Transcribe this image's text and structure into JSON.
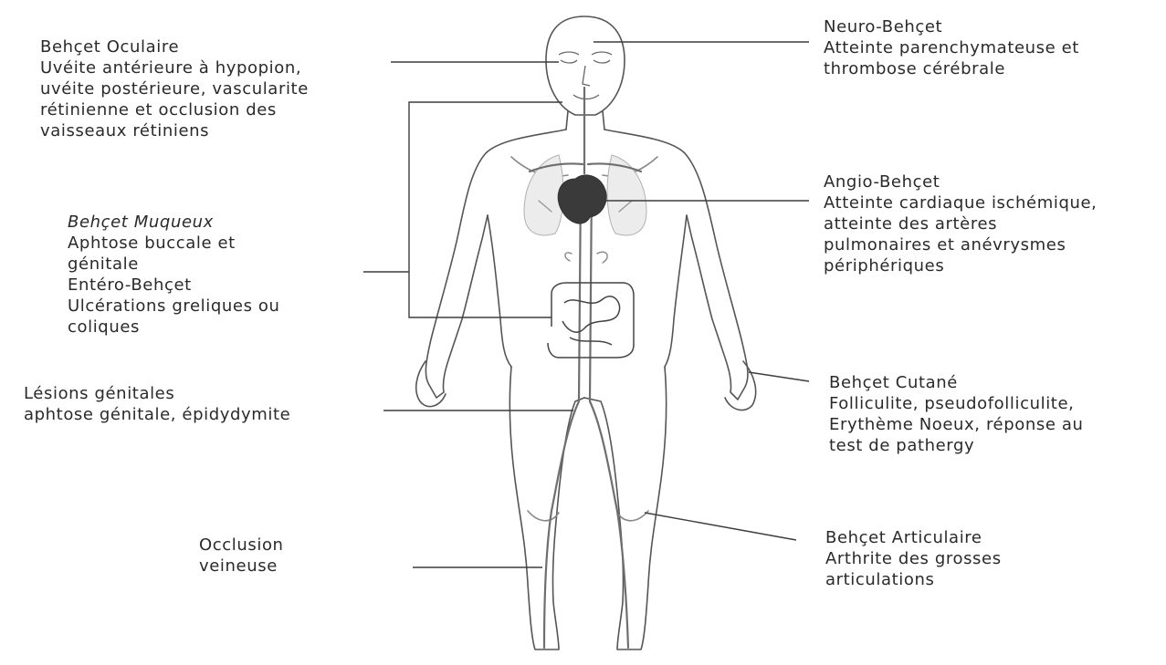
{
  "labels": {
    "oculaire": {
      "title": "Behçet Oculaire",
      "lines": [
        "Uvéite antérieure à hypopion,",
        "uvéite postérieure, vascularite",
        "rétinienne et occlusion des",
        "vaisseaux rétiniens"
      ]
    },
    "muqueux": {
      "title": "Behçet Muqueux",
      "lines": [
        "Aphtose buccale et",
        "génitale",
        "Entéro-Behçet",
        "Ulcérations greliques ou",
        "coliques"
      ]
    },
    "genitales": {
      "title": "Lésions génitales",
      "lines": [
        "aphtose génitale, épidydymite"
      ]
    },
    "veineuse": {
      "title": "Occlusion",
      "lines": [
        "veineuse"
      ]
    },
    "neuro": {
      "title": "Neuro-Behçet",
      "lines": [
        "Atteinte parenchymateuse et",
        "thrombose cérébrale"
      ]
    },
    "angio": {
      "title": "Angio-Behçet",
      "lines": [
        "Atteinte cardiaque ischémique,",
        "atteinte des artères",
        "pulmonaires et anévrysmes",
        "périphériques"
      ]
    },
    "cutane": {
      "title": "Behçet Cutané",
      "lines": [
        "Folliculite, pseudofolliculite,",
        "Erythème Noeux, réponse au",
        "test de pathergy"
      ]
    },
    "articulaire": {
      "title": "Behçet Articulaire",
      "lines": [
        "Arthrite des grosses",
        "articulations"
      ]
    }
  },
  "colors": {
    "ink": "#2a2a2a",
    "outline": "#555555",
    "organ": "#3a3a3a",
    "vessel": "#6e6e6e"
  }
}
